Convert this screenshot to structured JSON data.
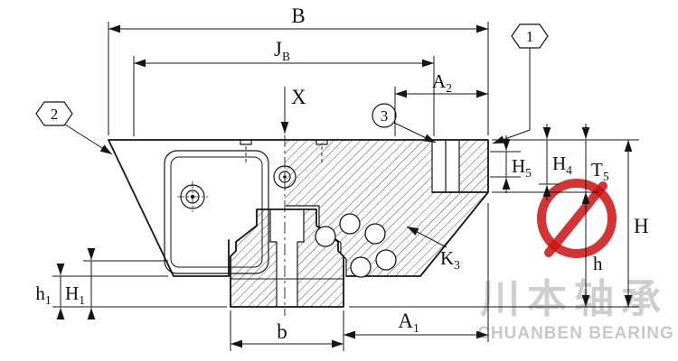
{
  "drawing": {
    "subject": "linear-guide-carriage-cross-section",
    "line_color": "#151515",
    "background": "#ffffff"
  },
  "dims": {
    "B": {
      "main": "B",
      "sub": ""
    },
    "JB": {
      "main": "J",
      "sub": "B"
    },
    "A2": {
      "main": "A",
      "sub": "2"
    },
    "X": {
      "main": "X",
      "sub": ""
    },
    "H5": {
      "main": "H",
      "sub": "5"
    },
    "H4": {
      "main": "H",
      "sub": "4"
    },
    "T5": {
      "main": "T",
      "sub": "5"
    },
    "H": {
      "main": "H",
      "sub": ""
    },
    "h": {
      "main": "h",
      "sub": ""
    },
    "K3": {
      "main": "K",
      "sub": "3"
    },
    "A1": {
      "main": "A",
      "sub": "1"
    },
    "b": {
      "main": "b",
      "sub": ""
    },
    "h1": {
      "main": "h",
      "sub": "1"
    },
    "H1": {
      "main": "H",
      "sub": "1"
    }
  },
  "callouts": {
    "c1": "1",
    "c2": "2",
    "c3": "3"
  },
  "watermark": {
    "cn": "川本轴承",
    "en": "CHUANBEN BEARING",
    "logo_color": "#cc1111",
    "text_color": "#c8c8c8"
  }
}
